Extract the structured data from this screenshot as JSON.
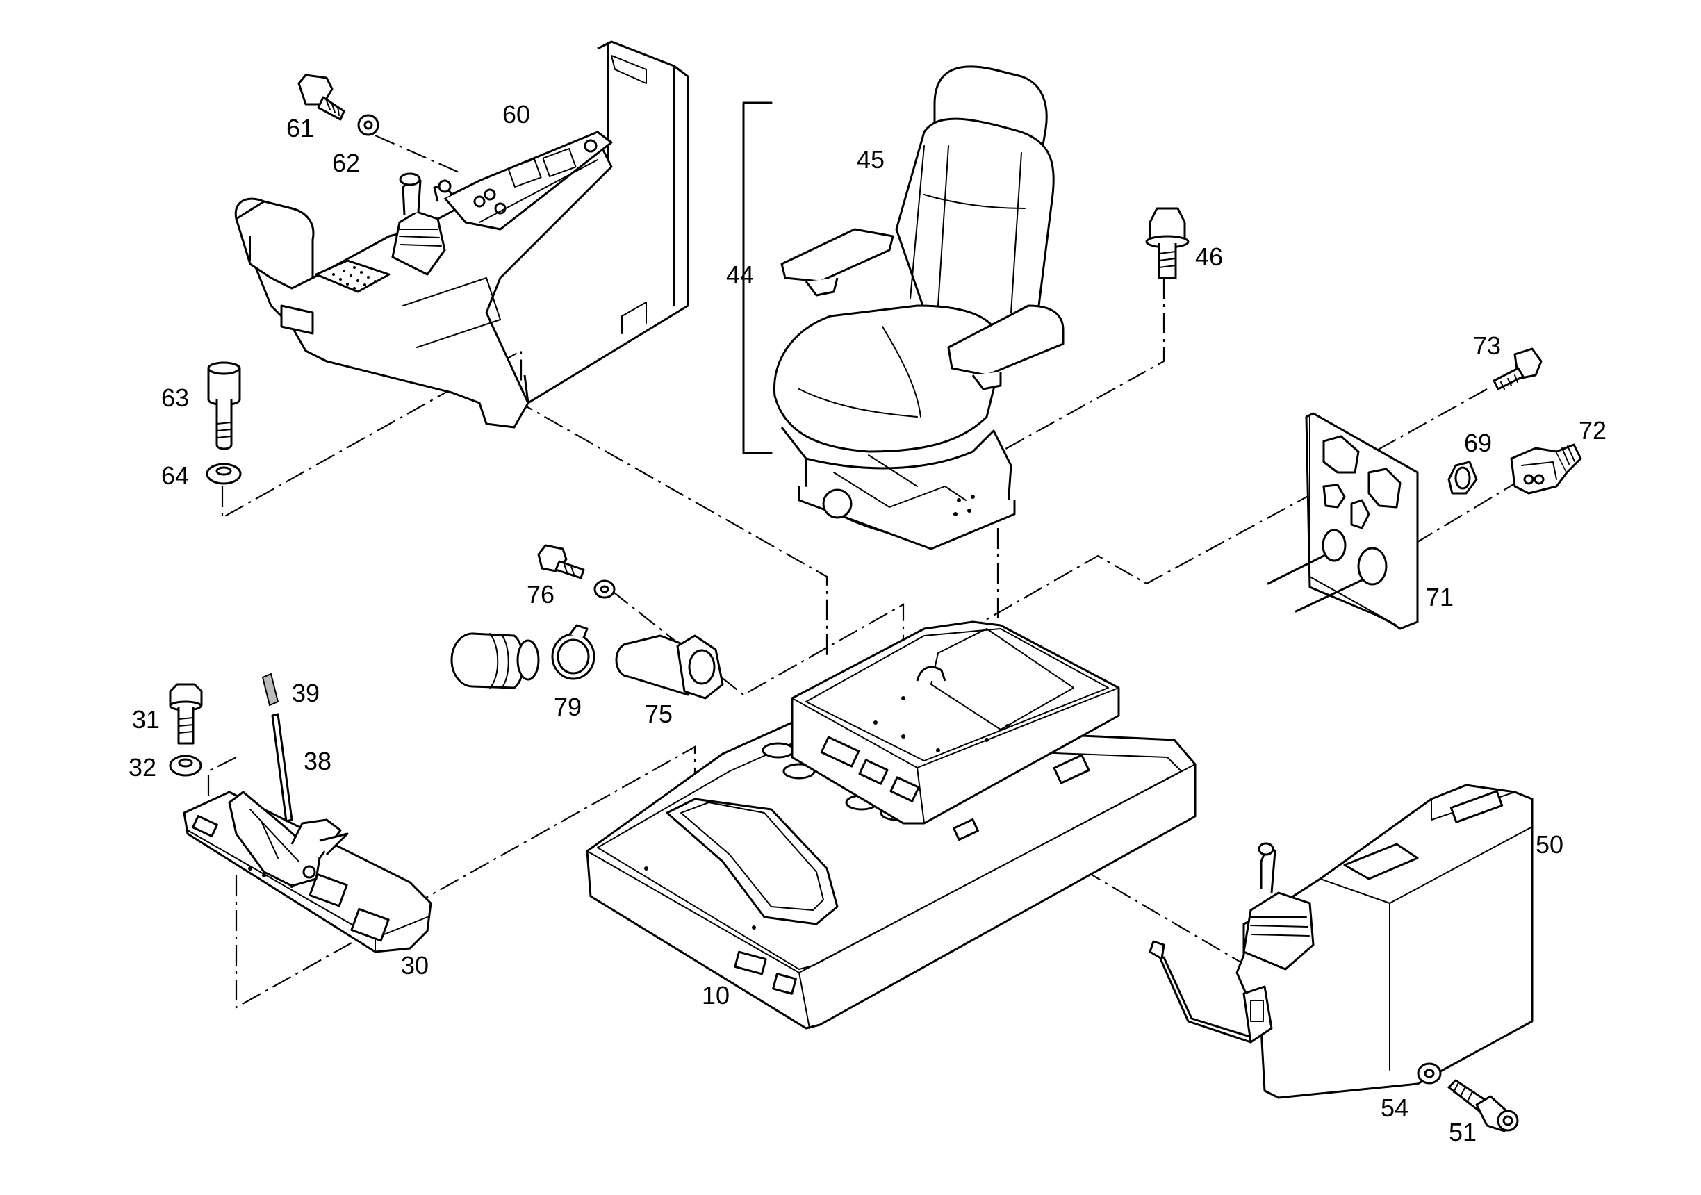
{
  "diagram": {
    "part_labels": {
      "p10": "10",
      "p30": "30",
      "p31": "31",
      "p32": "32",
      "p38": "38",
      "p39": "39",
      "p44": "44",
      "p45": "45",
      "p46": "46",
      "p50": "50",
      "p51": "51",
      "p54": "54",
      "p60": "60",
      "p61": "61",
      "p62": "62",
      "p63": "63",
      "p64": "64",
      "p69": "69",
      "p71": "71",
      "p72": "72",
      "p73": "73",
      "p75": "75",
      "p76": "76",
      "p79": "79"
    }
  }
}
